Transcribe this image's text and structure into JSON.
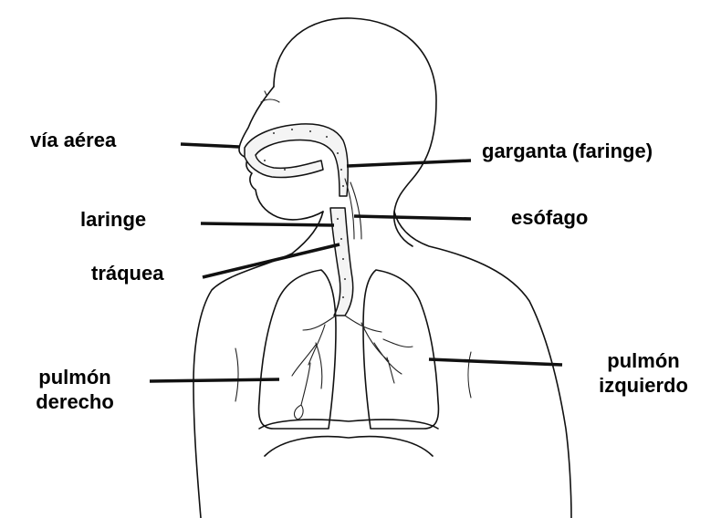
{
  "labels": {
    "via_aerea": "vía aérea",
    "garganta": "garganta (faringe)",
    "laringe": "laringe",
    "esofago": "esófago",
    "traquea": "tráquea",
    "pulmon_derecho": [
      "pulmón",
      "derecho"
    ],
    "pulmon_izquierdo": [
      "pulmón",
      "izquierdo"
    ]
  },
  "colors": {
    "ink": "#111111",
    "background": "#ffffff"
  }
}
